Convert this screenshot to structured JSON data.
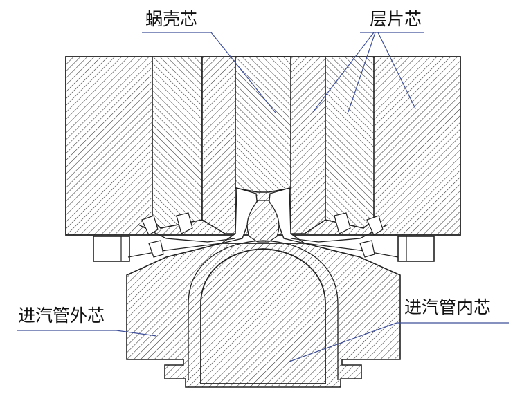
{
  "labels": {
    "volute_core": "蜗壳芯",
    "layer_core": "层片芯",
    "inlet_outer_core": "进汽管外芯",
    "inlet_inner_core": "进汽管内芯"
  },
  "colors": {
    "outline": "#222222",
    "hatch": "#333333",
    "leader": "#3d4f9a",
    "background": "#ffffff"
  }
}
